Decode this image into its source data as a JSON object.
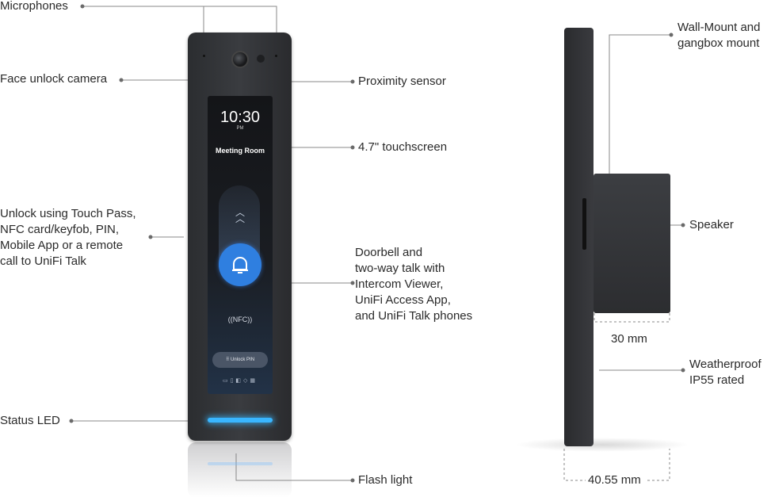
{
  "labels": {
    "microphones": "Microphones",
    "face_camera": "Face unlock camera",
    "unlock_methods": "Unlock using Touch Pass,\nNFC card/keyfob, PIN,\nMobile App or a remote\ncall to UniFi Talk",
    "status_led": "Status LED",
    "proximity": "Proximity sensor",
    "touchscreen": "4.7\" touchscreen",
    "doorbell": "Doorbell and\ntwo-way talk with\nIntercom Viewer,\nUniFi Access  App,\nand UniFi Talk phones",
    "flash_light": "Flash light",
    "wall_mount": "Wall-Mount and\ngangbox mount",
    "speaker": "Speaker",
    "depth_box": "30 mm",
    "weatherproof": "Weatherproof\nIP55 rated",
    "depth_total": "40.55 mm"
  },
  "screen": {
    "time": "10:30",
    "period": "PM",
    "room": "Meeting Room",
    "chevrons": "︿\n︿",
    "nfc": "((NFC))",
    "unlock_pin": "⠿ Unlock PIN",
    "icons": "▭▯◧◇▦"
  },
  "colors": {
    "led": "#39b6ff",
    "bell": "#2f7fe0",
    "device": "#2b2d30"
  }
}
